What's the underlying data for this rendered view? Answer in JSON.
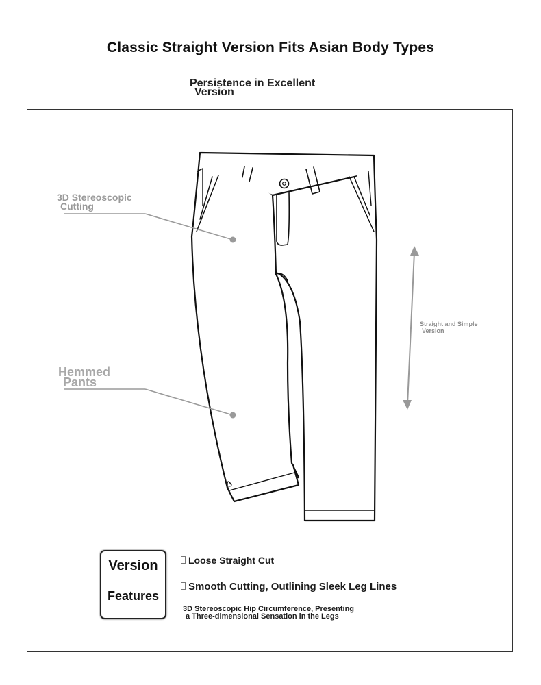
{
  "title": "Classic Straight Version Fits Asian Body Types",
  "subtitle": {
    "line1": "Persistence in Excellent",
    "line2": "Version"
  },
  "callouts": {
    "cutting": {
      "line1": "3D Stereoscopic",
      "line2": "Cutting"
    },
    "hem": {
      "line1": "Hemmed",
      "line2": "Pants"
    },
    "straight": {
      "line1": "Straight and Simple",
      "line2": "Version"
    }
  },
  "badge": {
    "line1": "Version",
    "line2": "Features"
  },
  "features": {
    "item1": "Loose Straight Cut",
    "item2": "Smooth Cutting, Outlining Sleek Leg Lines",
    "item3_line1": "3D Stereoscopic Hip Circumference, Presenting",
    "item3_line2": "a Three-dimensional Sensation in the Legs"
  },
  "colors": {
    "outline": "#111111",
    "callout_gray": "#9a9a9a",
    "leader_line": "#999999"
  },
  "icons": [
    "pants-illustration",
    "double-arrow-icon",
    "bullet-box-icon"
  ]
}
